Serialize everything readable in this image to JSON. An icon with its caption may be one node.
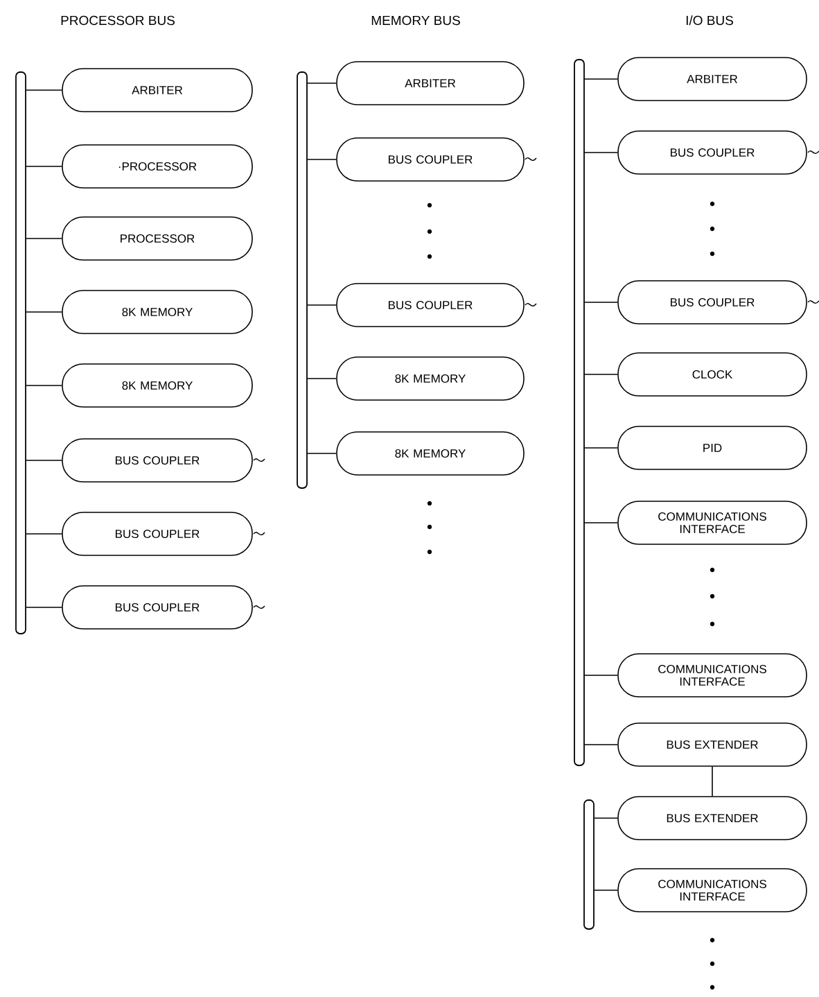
{
  "diagram": {
    "nodes": [
      {
        "text": [],
        "shape": "bar"
      },
      {
        "text": [
          "ARBITER"
        ]
      },
      {
        "text": [
          "·PROCESSOR"
        ]
      },
      {
        "text": [
          "PROCESSOR"
        ]
      },
      {
        "text": [
          "8K MEMORY"
        ]
      },
      {
        "text": [
          "8K MEMORY"
        ]
      },
      {
        "text": [
          "BUS COUPLER"
        ]
      },
      {
        "text": [
          "BUS COUPLER"
        ]
      },
      {
        "text": [
          "BUS COUPLER"
        ]
      },
      {
        "text": [],
        "shape": "bar"
      },
      {
        "text": [
          "ARBITER"
        ]
      },
      {
        "text": [
          "BUS COUPLER"
        ]
      },
      {
        "text": [
          "BUS COUPLER"
        ]
      },
      {
        "text": [
          "8K MEMORY"
        ]
      },
      {
        "text": [
          "8K MEMORY"
        ]
      },
      {
        "text": [],
        "shape": "bar"
      },
      {
        "text": [
          "ARBITER"
        ]
      },
      {
        "text": [
          "BUS COUPLER"
        ]
      },
      {
        "text": [
          "BUS COUPLER"
        ]
      },
      {
        "text": [
          "CLOCK"
        ]
      },
      {
        "text": [
          "PID"
        ]
      },
      {
        "text": [
          "COMMUNICATIONS INTERFACE"
        ]
      },
      {
        "text": [
          "COMMUNICATIONS INTERFACE"
        ]
      },
      {
        "text": [
          "BUS EXTENDER"
        ]
      },
      {
        "text": [],
        "shape": "bar"
      },
      {
        "text": [
          "BUS EXTENDER"
        ]
      },
      {
        "text": [
          "COMMUNICATIONS INTERFACE"
        ]
      }
    ],
    "edges": [
      {
        "from": 0,
        "to": 1,
        "arrow": "none"
      },
      {
        "from": 0,
        "to": 2,
        "arrow": "none"
      },
      {
        "from": 0,
        "to": 3,
        "arrow": "none"
      },
      {
        "from": 0,
        "to": 4,
        "arrow": "none"
      },
      {
        "from": 0,
        "to": 5,
        "arrow": "none"
      },
      {
        "from": 0,
        "to": 6,
        "arrow": "none"
      },
      {
        "from": 0,
        "to": 7,
        "arrow": "none"
      },
      {
        "from": 0,
        "to": 8,
        "arrow": "none"
      },
      {
        "from": 9,
        "to": 10,
        "arrow": "none"
      },
      {
        "from": 9,
        "to": 11,
        "arrow": "none"
      },
      {
        "from": 9,
        "to": 12,
        "arrow": "none"
      },
      {
        "from": 9,
        "to": 13,
        "arrow": "none"
      },
      {
        "from": 9,
        "to": 14,
        "arrow": "none"
      },
      {
        "from": 15,
        "to": 16,
        "arrow": "none"
      },
      {
        "from": 15,
        "to": 17,
        "arrow": "none"
      },
      {
        "from": 15,
        "to": 18,
        "arrow": "none"
      },
      {
        "from": 15,
        "to": 19,
        "arrow": "none"
      },
      {
        "from": 15,
        "to": 20,
        "arrow": "none"
      },
      {
        "from": 15,
        "to": 21,
        "arrow": "none"
      },
      {
        "from": 15,
        "to": 22,
        "arrow": "none"
      },
      {
        "from": 15,
        "to": 23,
        "arrow": "none"
      },
      {
        "from": 23,
        "to": 25,
        "arrow": "none"
      },
      {
        "from": 24,
        "to": 25,
        "arrow": "none"
      },
      {
        "from": 24,
        "to": 26,
        "arrow": "none"
      }
    ],
    "labels": [
      "PROCESSOR BUS",
      "MEMORY BUS",
      "I/O BUS"
    ]
  }
}
